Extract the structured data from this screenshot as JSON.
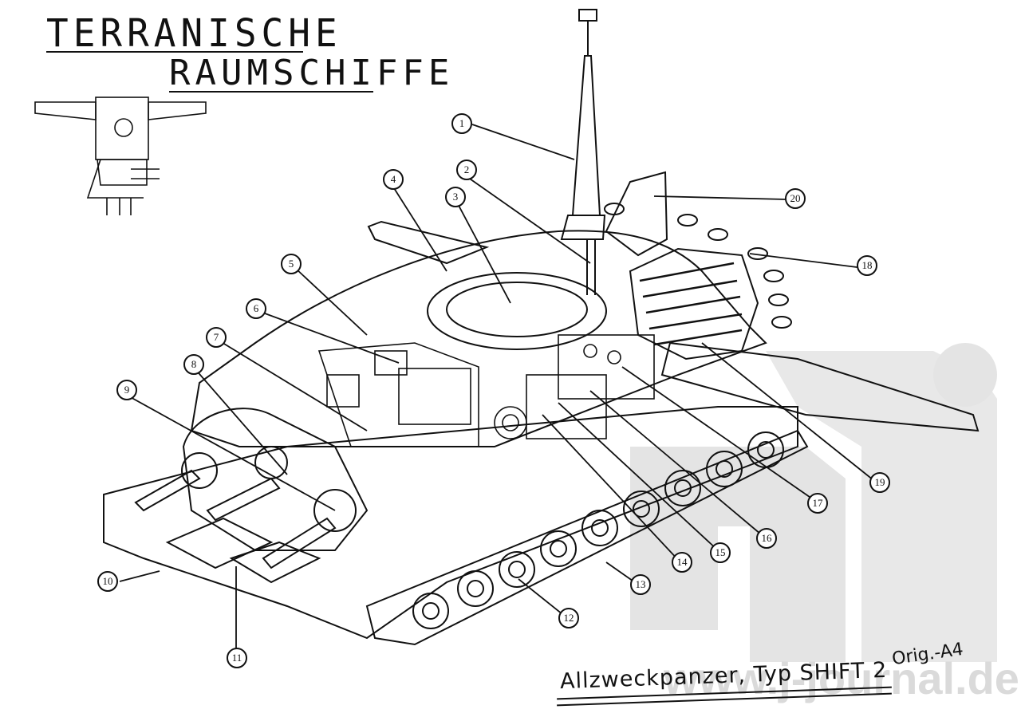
{
  "title": {
    "line1": "TERRANISCHE",
    "line2": "RAUMSCHIFFE"
  },
  "caption": "Allzweckpanzer, Typ SHIFT 2",
  "note": "Orig.-A4",
  "watermark": "www.j-journal.de",
  "callouts": [
    "1",
    "2",
    "3",
    "4",
    "5",
    "6",
    "7",
    "8",
    "9",
    "10",
    "11",
    "12",
    "13",
    "14",
    "15",
    "16",
    "17",
    "18",
    "19",
    "20"
  ],
  "colors": {
    "ink": "#111111",
    "watermark": "#d6d6d6",
    "paper": "#ffffff"
  }
}
